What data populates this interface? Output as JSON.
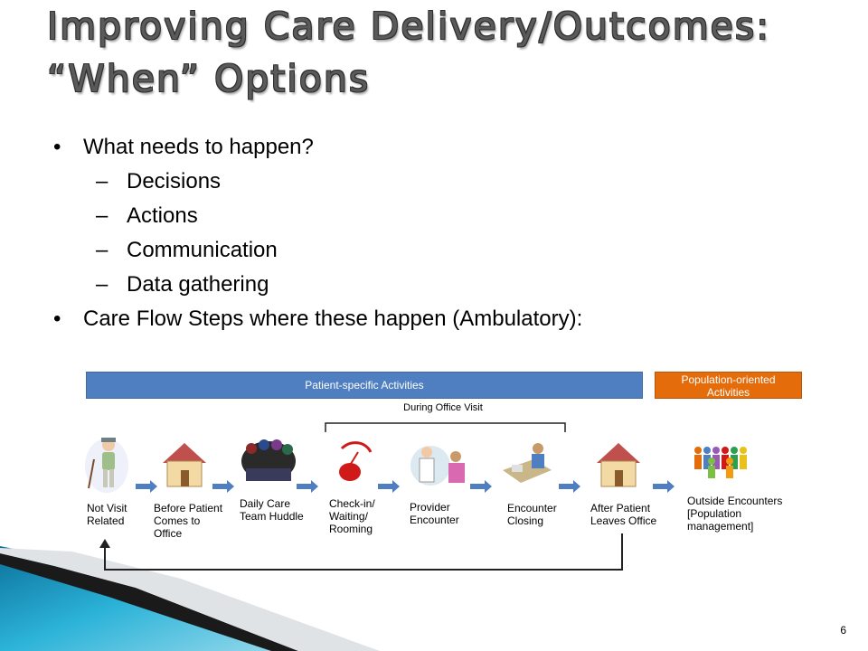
{
  "slide": {
    "title_line1": "Improving Care Delivery/Outcomes:",
    "title_line2": "“When” Options",
    "page_number": "6"
  },
  "bullets": {
    "item1": "What needs to happen?",
    "sub": [
      "Decisions",
      "Actions",
      "Communication",
      "Data gathering"
    ],
    "item2": "Care Flow Steps where these happen (Ambulatory):",
    "bullet_glyph": "•",
    "dash_glyph": "–"
  },
  "diagram": {
    "patient_bar": "Patient-specific Activities",
    "population_bar_line1": "Population-oriented",
    "population_bar_line2": "Activities",
    "during_label": "During  Office Visit",
    "steps": [
      {
        "line1": "Not Visit",
        "line2": "Related",
        "line3": "",
        "icon": "elderly-person-icon"
      },
      {
        "line1": "Before Patient",
        "line2": "Comes to",
        "line3": "Office",
        "icon": "house-icon"
      },
      {
        "line1": "Daily Care",
        "line2": "Team Huddle",
        "line3": "",
        "icon": "team-huddle-icon"
      },
      {
        "line1": "Check-in/",
        "line2": "Waiting/",
        "line3": "Rooming",
        "icon": "stethoscope-icon"
      },
      {
        "line1": "Provider",
        "line2": "Encounter",
        "line3": "",
        "icon": "doctor-patient-icon"
      },
      {
        "line1": "Encounter",
        "line2": "Closing",
        "line3": "",
        "icon": "desk-icon"
      },
      {
        "line1": "After Patient",
        "line2": "Leaves Office",
        "line3": "",
        "icon": "house-icon"
      },
      {
        "line1": "Outside Encounters",
        "line2": "[Population",
        "line3": "management]",
        "icon": "population-icon"
      }
    ],
    "colors": {
      "patient_bar": "#4f7fc0",
      "population_bar": "#e46c0a",
      "arrow": "#4f7fc0",
      "house_roof": "#c0504d",
      "corner_teal": "#1aa3c8"
    }
  }
}
